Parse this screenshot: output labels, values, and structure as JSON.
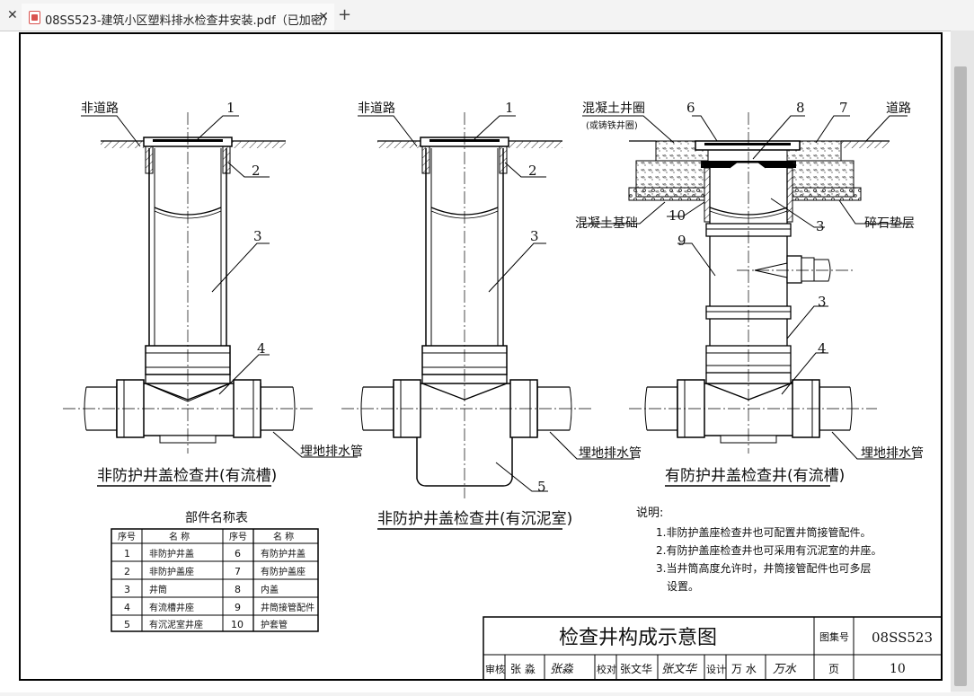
{
  "tab": {
    "title": "08SS523-建筑小区塑料排水检查井安装.pdf（已加密）"
  },
  "drawing": {
    "fig1": {
      "callouts": [
        "非道路",
        "1",
        "2",
        "3",
        "4"
      ],
      "pipe_label": "埋地排水管",
      "caption": "非防护井盖检查井(有流槽)"
    },
    "fig2": {
      "callouts": [
        "非道路",
        "1",
        "2",
        "3",
        "5"
      ],
      "pipe_label": "埋地排水管",
      "caption": "非防护井盖检查井(有沉泥室)"
    },
    "fig3": {
      "callouts": [
        "混凝土井圈",
        "(或铸铁井圈)",
        "6",
        "8",
        "7",
        "道路",
        "混凝土基础",
        "10",
        "3",
        "碎石垫层",
        "9",
        "3",
        "4"
      ],
      "pipe_label": "埋地排水管",
      "caption": "有防护井盖检查井(有流槽)"
    },
    "parts_table": {
      "title": "部件名称表",
      "headers": [
        "序号",
        "名 称",
        "序号",
        "名 称"
      ],
      "rows": [
        [
          "1",
          "非防护井盖",
          "6",
          "有防护井盖"
        ],
        [
          "2",
          "非防护盖座",
          "7",
          "有防护盖座"
        ],
        [
          "3",
          "井筒",
          "8",
          "内盖"
        ],
        [
          "4",
          "有流槽井座",
          "9",
          "井筒接管配件"
        ],
        [
          "5",
          "有沉泥室井座",
          "10",
          "护套管"
        ]
      ]
    },
    "notes": {
      "heading": "说明:",
      "lines": [
        "1.非防护盖座检查井也可配置井筒接管配件。",
        "2.有防护盖座检查井也可采用有沉泥室的井座。",
        "3.当井筒高度允许时，井筒接管配件也可多层",
        "设置。"
      ]
    },
    "title_block": {
      "title": "检查井构成示意图",
      "atlas_label": "图集号",
      "atlas_no": "08SS523",
      "reviewer_label": "审核",
      "reviewer": "张 淼",
      "checker_label": "校对",
      "checker": "张文华",
      "designer_label": "设计",
      "designer": "万 水",
      "page_label": "页",
      "page_no": "10",
      "sig1": "张淼",
      "sig2": "张文华",
      "sig3": "万水"
    }
  }
}
